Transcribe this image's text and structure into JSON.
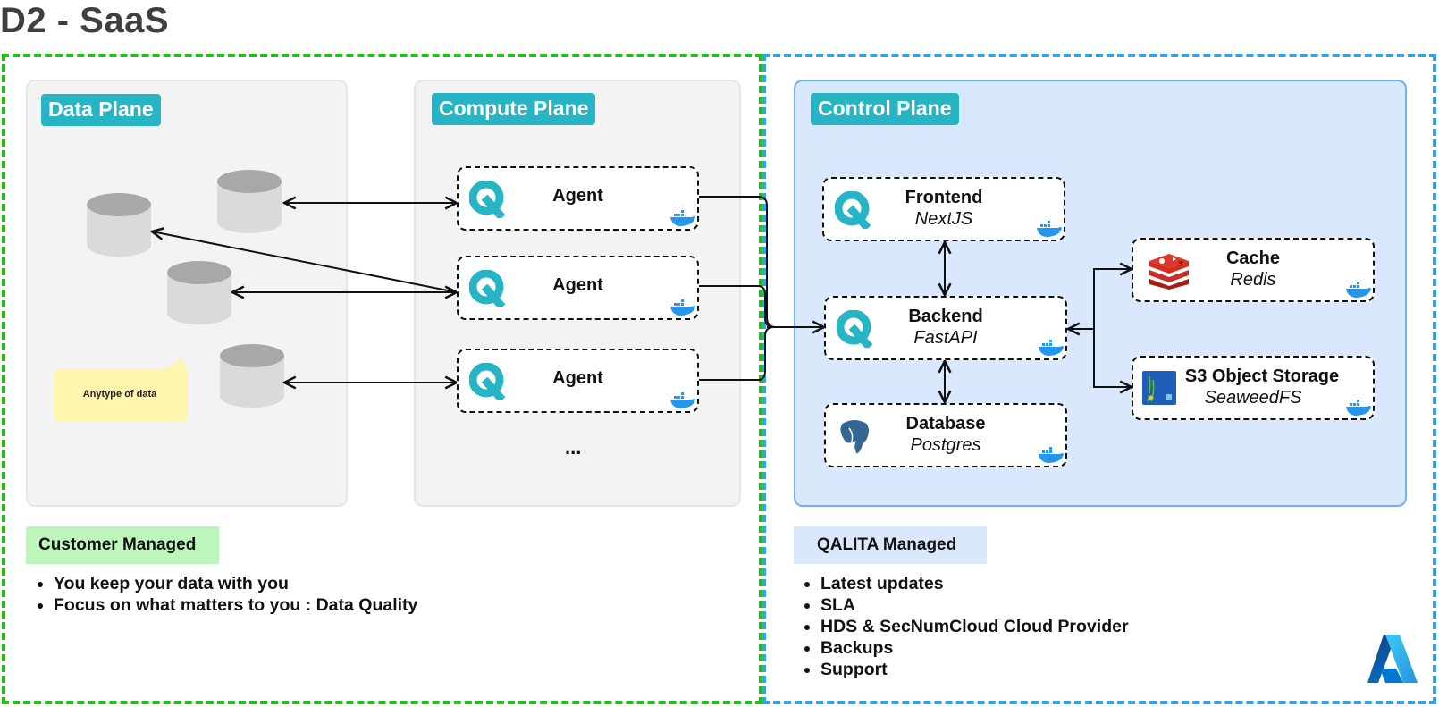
{
  "title": "D2 - SaaS",
  "planes": {
    "data": {
      "label": "Data Plane",
      "note": "Anytype of data"
    },
    "compute": {
      "label": "Compute Plane",
      "agents": [
        {
          "name": "Agent",
          "icon": "qalita-logo-icon"
        },
        {
          "name": "Agent",
          "icon": "qalita-logo-icon"
        },
        {
          "name": "Agent",
          "icon": "qalita-logo-icon"
        }
      ],
      "more": "..."
    },
    "control": {
      "label": "Control Plane",
      "services": {
        "frontend": {
          "name": "Frontend",
          "tech": "NextJS",
          "icon": "qalita-logo-icon"
        },
        "backend": {
          "name": "Backend",
          "tech": "FastAPI",
          "icon": "qalita-logo-icon"
        },
        "database": {
          "name": "Database",
          "tech": "Postgres",
          "icon": "postgres-elephant-icon"
        },
        "cache": {
          "name": "Cache",
          "tech": "Redis",
          "icon": "redis-icon"
        },
        "storage": {
          "name": "S3 Object Storage",
          "tech": "SeaweedFS",
          "icon": "seaweedfs-icon"
        }
      }
    }
  },
  "customer_managed": {
    "label": "Customer Managed",
    "items": [
      "You keep your data with you",
      "Focus on what matters to you : Data Quality"
    ]
  },
  "qalita_managed": {
    "label": "QALITA Managed",
    "items": [
      "Latest updates",
      "SLA",
      "HDS & SecNumCloud Cloud Provider",
      "Backups",
      "Support"
    ]
  },
  "colors": {
    "customer_zone": "#1fbf1a",
    "qalita_zone": "#31a2e6",
    "plane_label": "#27b5c6",
    "control_plane_bg": "#d9e8fd",
    "docker": "#2496ed"
  },
  "cloud_provider_icon": "azure-logo-icon"
}
